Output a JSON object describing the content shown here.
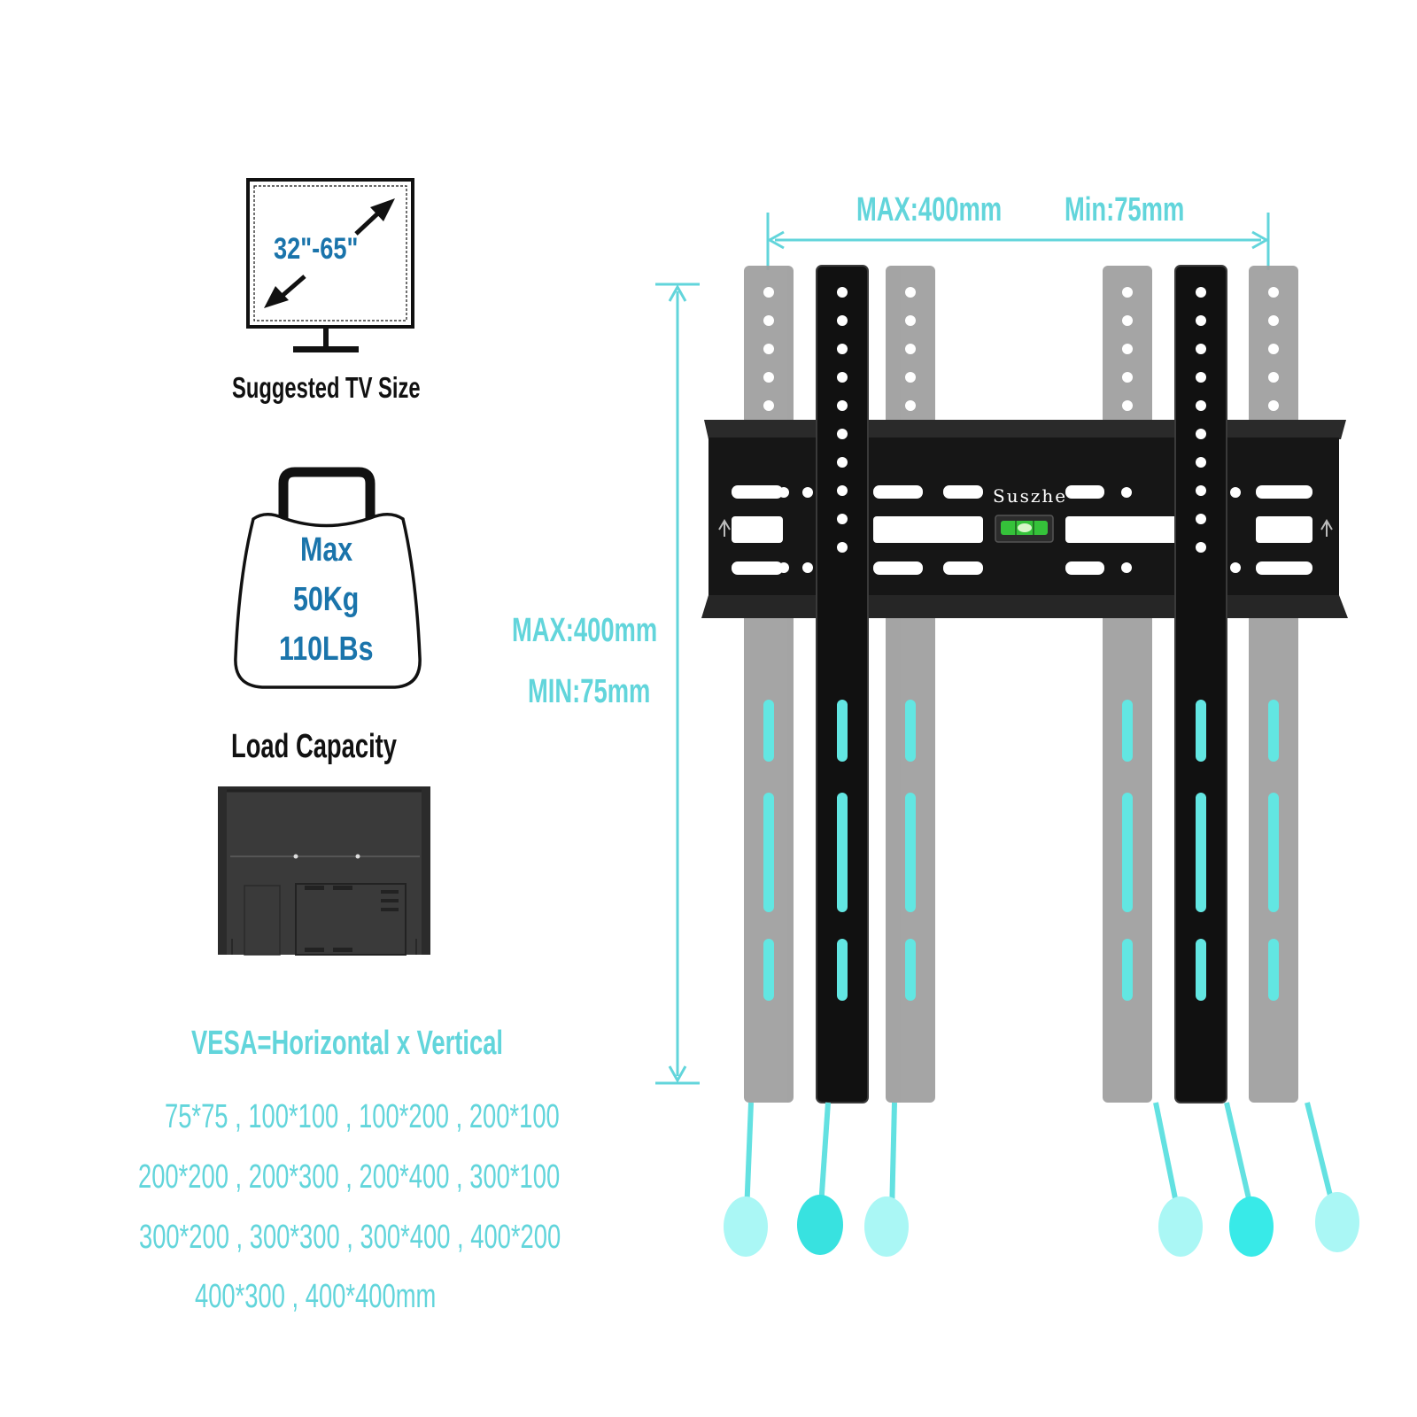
{
  "colors": {
    "teal": "#62d5db",
    "blue_text": "#1a74ab",
    "dark": "#111111",
    "bracket": "#141414",
    "ghost_arm": "#9a9a9a",
    "level_green": "#35c23a"
  },
  "tv_size": {
    "range": "32\"-65\"",
    "caption": "Suggested TV Size",
    "icon": "tv-monitor-icon"
  },
  "load": {
    "line1": "Max",
    "line2": "50Kg",
    "line3": "110LBs",
    "caption": "Load Capacity",
    "icon": "weight-bag-icon"
  },
  "vesa": {
    "heading": "VESA=Horizontal x Vertical",
    "rows": [
      "75*75 , 100*100 , 100*200 , 200*100",
      "200*200 , 200*300 , 200*400 , 300*100",
      "300*200 , 300*300 , 300*400 , 400*200",
      "400*300 , 400*400mm"
    ]
  },
  "dimensions": {
    "horizontal_max": "MAX:400mm",
    "horizontal_min": "Min:75mm",
    "vertical_max": "MAX:400mm",
    "vertical_min": "MIN:75mm"
  },
  "bracket": {
    "brand": "Suszhe",
    "level_icon": "bubble-level-icon",
    "arrow_icon": "up-arrow-icon"
  }
}
